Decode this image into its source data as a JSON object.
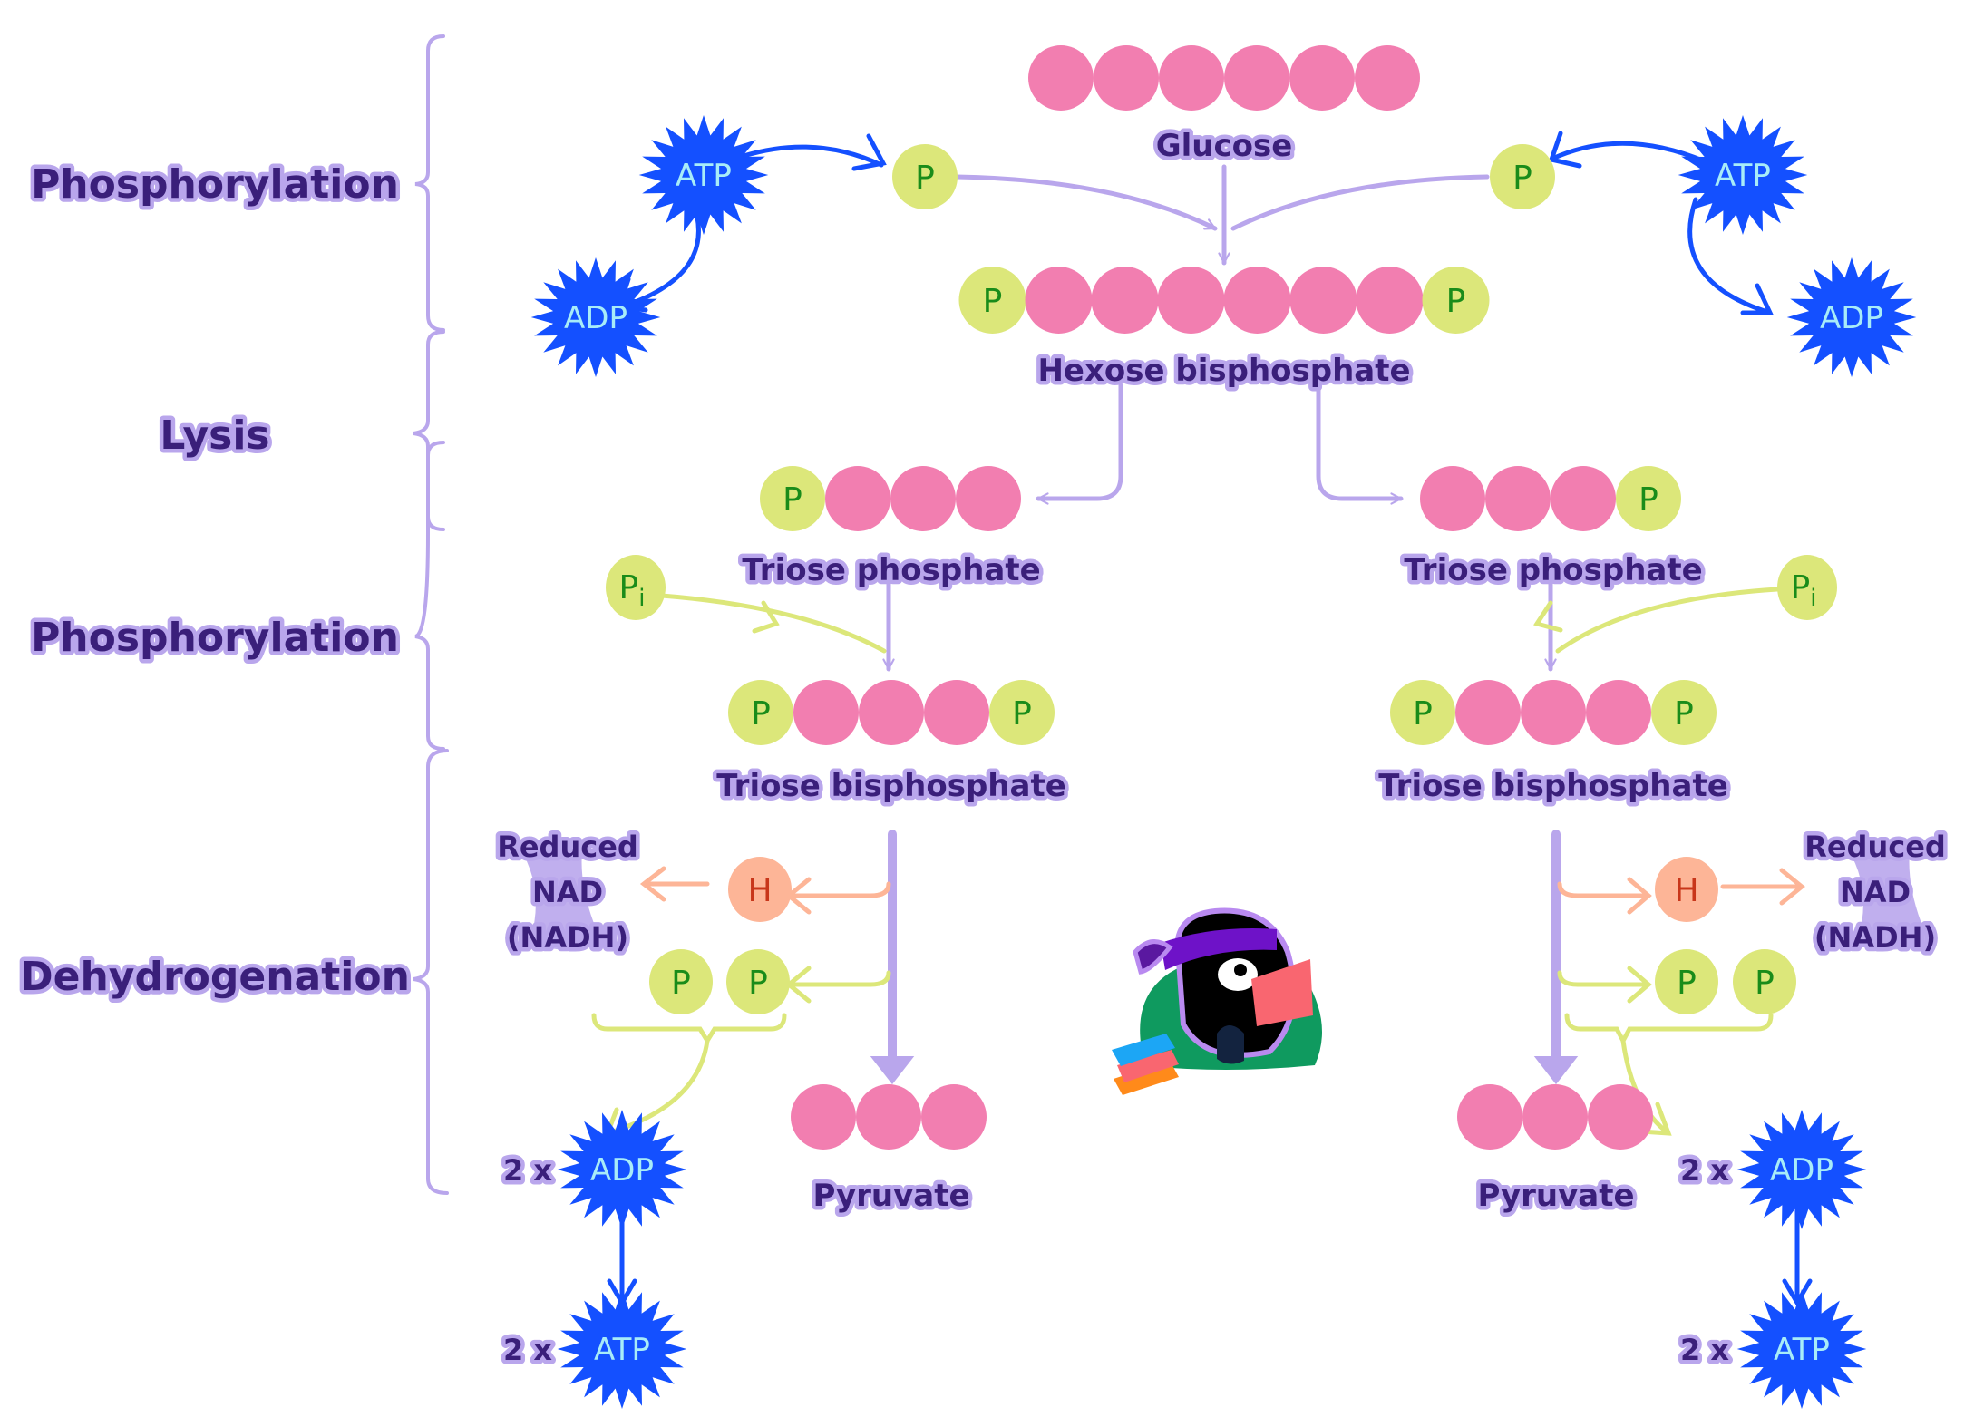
{
  "colors": {
    "carbon": "#f27eb0",
    "phosphate": "#dce77a",
    "phosphate_text": "#1a8c1a",
    "hydrogen": "#fdb597",
    "hydrogen_text": "#c8361a",
    "energy": "#1450ff",
    "energy_text": "#a8ecf8",
    "flow_arrow": "#b9a6ec",
    "pi_arrow": "#dce77a",
    "h_arrow": "#fdb597",
    "label_text": "#3a1f7a",
    "label_outline": "#b9a6ec"
  },
  "stages": [
    {
      "label": "Phosphorylation"
    },
    {
      "label": "Lysis"
    },
    {
      "label": "Phosphorylation"
    },
    {
      "label": "Dehydrogenation"
    }
  ],
  "molecules": {
    "glucose": {
      "label": "Glucose",
      "units": [
        "C",
        "C",
        "C",
        "C",
        "C",
        "C"
      ]
    },
    "hexose_bisphosphate": {
      "label": "Hexose bisphosphate",
      "units": [
        "P",
        "C",
        "C",
        "C",
        "C",
        "C",
        "C",
        "P"
      ]
    },
    "triose_phosphate_left": {
      "label": "Triose phosphate",
      "units": [
        "P",
        "C",
        "C",
        "C"
      ]
    },
    "triose_phosphate_right": {
      "label": "Triose phosphate",
      "units": [
        "C",
        "C",
        "C",
        "P"
      ]
    },
    "triose_bisphosphate_left": {
      "label": "Triose bisphosphate",
      "units": [
        "P",
        "C",
        "C",
        "C",
        "P"
      ]
    },
    "triose_bisphosphate_right": {
      "label": "Triose bisphosphate",
      "units": [
        "P",
        "C",
        "C",
        "C",
        "P"
      ]
    },
    "pyruvate_left": {
      "label": "Pyruvate",
      "units": [
        "C",
        "C",
        "C"
      ]
    },
    "pyruvate_right": {
      "label": "Pyruvate",
      "units": [
        "C",
        "C",
        "C"
      ]
    }
  },
  "tokens": {
    "phosphate": "P",
    "inorganic_phosphate": "P",
    "inorganic_phosphate_sub": "i",
    "hydrogen": "H",
    "atp": "ATP",
    "adp": "ADP"
  },
  "nadh": {
    "line1": "Reduced",
    "line2": "NAD",
    "line3": "(NADH)"
  },
  "multiplier": "2 x"
}
